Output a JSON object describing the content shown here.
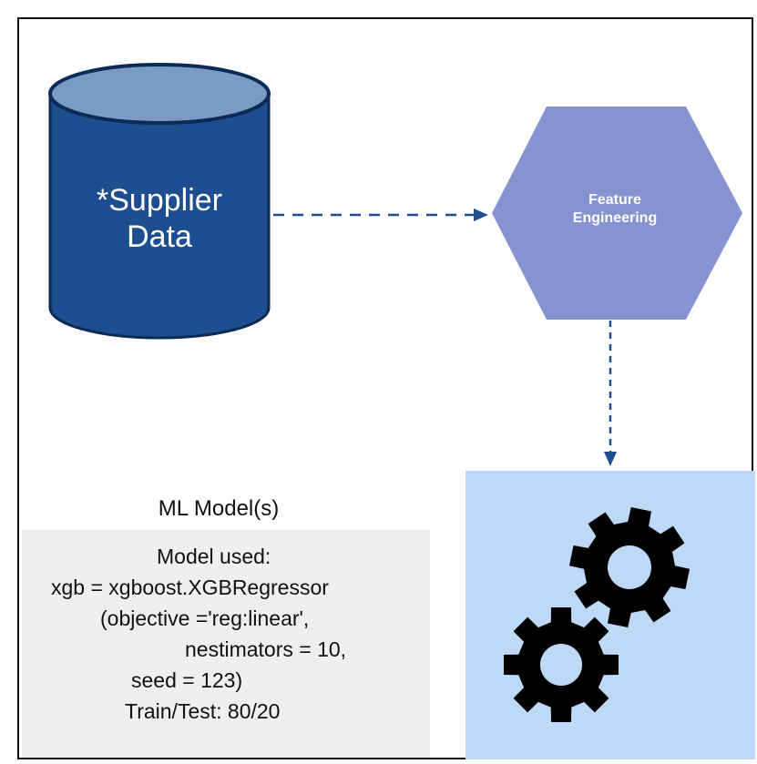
{
  "nodes": {
    "supplier": {
      "label_line1": "*Supplier",
      "label_line2": "Data",
      "fill": "#1d4e8f",
      "top_fill": "#7b9bc7"
    },
    "feature": {
      "label_line1": "Feature",
      "label_line2": "Engineering",
      "fill": "#8792d0"
    }
  },
  "model": {
    "title": "ML Model(s)",
    "lines": [
      "Model used:",
      "xgb = xgboost.XGBRegressor",
      "(objective ='reg:linear',",
      "nestimators = 10,",
      "seed = 123)",
      "Train/Test: 80/20"
    ],
    "box_color": "#efefef"
  },
  "gears": {
    "icon": "gears-icon",
    "panel_color": "#bed9f8",
    "gear_color": "#000000"
  },
  "edges": [
    {
      "from": "supplier",
      "to": "feature",
      "style": "dashed"
    },
    {
      "from": "feature",
      "to": "gears",
      "style": "dashed"
    }
  ],
  "colors": {
    "arrow": "#1d4e8f",
    "border": "#111111"
  }
}
